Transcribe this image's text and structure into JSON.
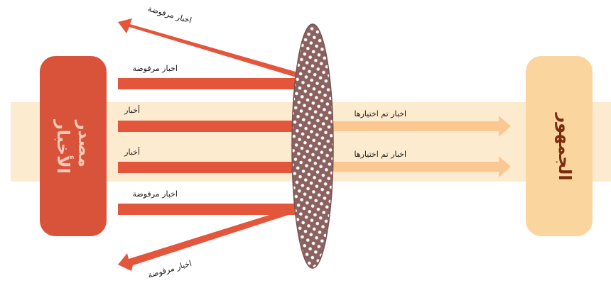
{
  "source": {
    "label_line1": "مصدر",
    "label_line2": "الأخبار"
  },
  "audience": {
    "label": "الجمهور"
  },
  "labels": {
    "rejected_top_diag": "اخبار مرفوضة",
    "rejected_1": "اخبار مرفوضة",
    "news_1": "أخبار",
    "news_2": "أخبار",
    "rejected_2": "اخبار مرفوضة",
    "rejected_bottom_diag": "اخبار مرفوضة",
    "selected_1": "اخبار تم اختيارها",
    "selected_2": "اخبار تم اختيارها"
  },
  "colors": {
    "band": "#fdebd0",
    "source_box": "#d9533a",
    "source_text": "#f6c9b6",
    "audience_box": "#fbd59e",
    "audience_text": "#7a2c10",
    "arrow_red": "#e3563c",
    "arrow_light": "#fbc891",
    "filter": "#8b6260"
  }
}
